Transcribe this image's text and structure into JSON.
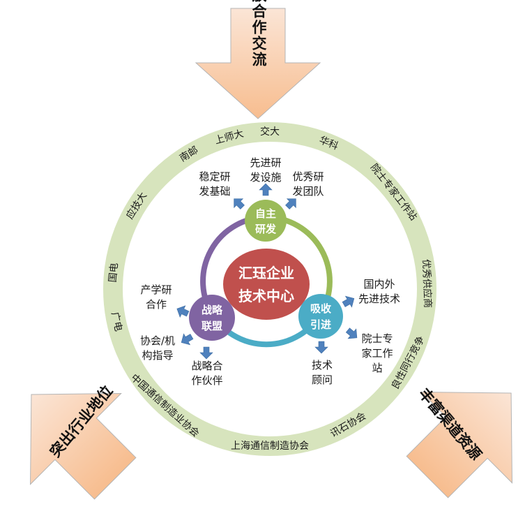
{
  "center": {
    "line1": "汇珏企业",
    "line2": "技术中心",
    "color": "#c0504d"
  },
  "nodes": [
    {
      "id": "rd",
      "line1": "自主",
      "line2": "研发",
      "color": "#9bbb59"
    },
    {
      "id": "alliance",
      "line1": "战略",
      "line2": "联盟",
      "color": "#8064a2"
    },
    {
      "id": "absorb",
      "line1": "吸收",
      "line2": "引进",
      "color": "#4bacc6"
    }
  ],
  "branches": {
    "rd": [
      {
        "line1": "稳定研",
        "line2": "发基础"
      },
      {
        "line1": "先进研",
        "line2": "发设施"
      },
      {
        "line1": "优秀研",
        "line2": "发团队"
      }
    ],
    "alliance": [
      {
        "line1": "产学研",
        "line2": "合作"
      },
      {
        "line1": "协会/机",
        "line2": "构指导"
      },
      {
        "line1": "战略合",
        "line2": "作伙伴"
      }
    ],
    "absorb": [
      {
        "line1": "国内外",
        "line2": "先进技术"
      },
      {
        "line1": "院士专",
        "line2": "家工作",
        "line3": "站"
      },
      {
        "line1": "技术",
        "line2": "顾问"
      }
    ]
  },
  "outer_ring": {
    "color": "#d7e4bd",
    "labels": [
      "交大",
      "华科",
      "院士专家工作站",
      "优秀供应商",
      "良性同行竞争",
      "讯石协会",
      "上海通信制造协会",
      "中国通信制造业协会",
      "广电",
      "国电",
      "应技大",
      "南邮",
      "上师大"
    ]
  },
  "big_arrows": [
    {
      "id": "top",
      "label": "开放合作交流"
    },
    {
      "id": "bottom-left",
      "label": "突出行业地位"
    },
    {
      "id": "bottom-right",
      "label": "丰富渠道资源"
    }
  ],
  "arrow_color": "#4f81bd"
}
